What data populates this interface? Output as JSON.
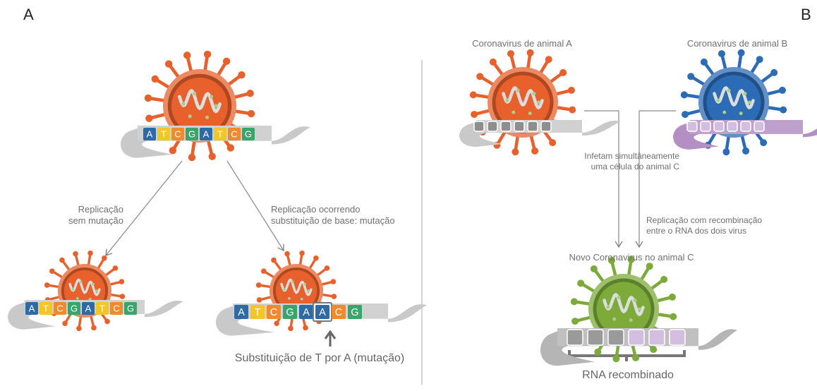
{
  "panels": {
    "a": "A",
    "b": "B"
  },
  "panel_a": {
    "sequence_original": [
      "A",
      "T",
      "C",
      "G",
      "A",
      "T",
      "C",
      "G"
    ],
    "sequence_mutated": [
      "A",
      "T",
      "C",
      "G",
      "A",
      "A",
      "C",
      "G"
    ],
    "label_left_1": "Replicação",
    "label_left_2": "sem mutação",
    "label_right_1": "Replicação ocorrendo",
    "label_right_2": "substituição de base: mutação",
    "caption": "Substituição de T por A (mutação)"
  },
  "panel_b": {
    "virus_a_label": "Coronavirus de animal A",
    "virus_b_label": "Coronavirus de animal B",
    "infect_1": "Infetam simultâneamente",
    "infect_2": "uma célula do animal C",
    "recomb_1": "Replicação com recombinação",
    "recomb_2": "entre o RNA dos dois virus",
    "new_virus_label": "Novo Coronavirus no animal C",
    "rna_label": "RNA recombinado"
  },
  "colors": {
    "base_A": "#2e6aa6",
    "base_T": "#f3c623",
    "base_C": "#f08a2c",
    "base_G": "#3aa56b",
    "virus_orange": "#e8602b",
    "virus_blue": "#2c6bb5",
    "virus_green": "#7cab3a",
    "ribbon": "#c9c9c9",
    "ribbon_purple": "#b38fc4"
  }
}
